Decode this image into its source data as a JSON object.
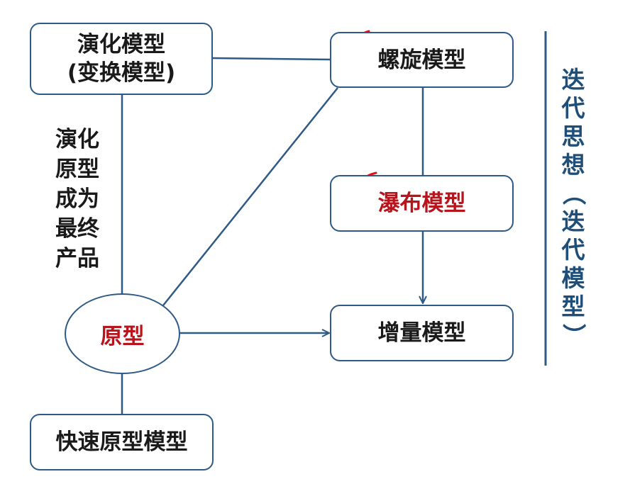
{
  "nodes": {
    "evolution": {
      "line1": "演化模型",
      "line2": "(变换模型)"
    },
    "spiral": {
      "label": "螺旋模型"
    },
    "waterfall": {
      "label": "瀑布模型"
    },
    "incremental": {
      "label": "增量模型"
    },
    "prototype": {
      "label": "原型"
    },
    "rapid": {
      "label": "快速原型模型"
    }
  },
  "side_note": [
    "演化",
    "原型",
    "成为",
    "最终",
    "产品"
  ],
  "iteration_label": [
    "迭",
    "代",
    "思",
    "想",
    "（",
    "迭",
    "代",
    "模",
    "型",
    "）"
  ],
  "colors": {
    "line": "#2f5a86",
    "highlight": "#b8141c",
    "pen": "#e0101a",
    "iteration_text": "#1f4e79"
  }
}
